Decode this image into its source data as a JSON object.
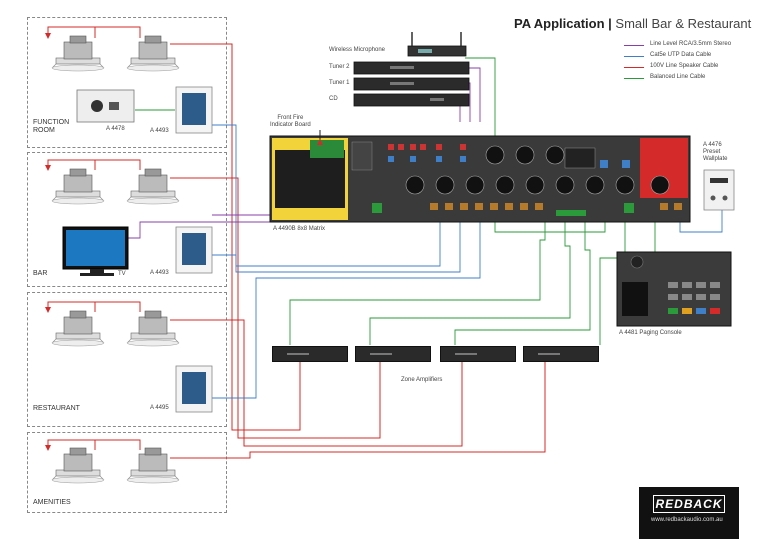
{
  "title": {
    "bold": "PA Application |",
    "sub": " Small Bar & Restaurant"
  },
  "legend": [
    {
      "label": "Line Level RCA/3.5mm Stereo",
      "color": "#8a3fa8"
    },
    {
      "label": "Cat5e UTP Data Cable",
      "color": "#3f7fc8"
    },
    {
      "label": "100V Line Speaker Cable",
      "color": "#d42a2a"
    },
    {
      "label": "Balanced Line Cable",
      "color": "#2a9a3a"
    }
  ],
  "zones": [
    {
      "label": "FUNCTION\nROOM"
    },
    {
      "label": "BAR"
    },
    {
      "label": "RESTAURANT"
    },
    {
      "label": "AMENITIES"
    }
  ],
  "labels": {
    "wireless_mic": "Wireless Microphone",
    "tuner2": "Tuner 2",
    "tuner1": "Tuner 1",
    "cd": "CD",
    "front_fire": "Front Fire\nIndicator Board",
    "matrix": "A 4490B 8x8 Matrix",
    "a4478": "A 4478",
    "a4493_top": "A 4493",
    "a4493_bar": "A 4493",
    "a4495": "A 4495",
    "tv": "TV",
    "preset": "A 4476\nPreset\nWallplate",
    "paging": "A 4481 Paging Console",
    "zone_amps": "Zone Amplifiers"
  },
  "logo": {
    "brand": "REDBACK",
    "url": "www.redbackaudio.com.au"
  }
}
